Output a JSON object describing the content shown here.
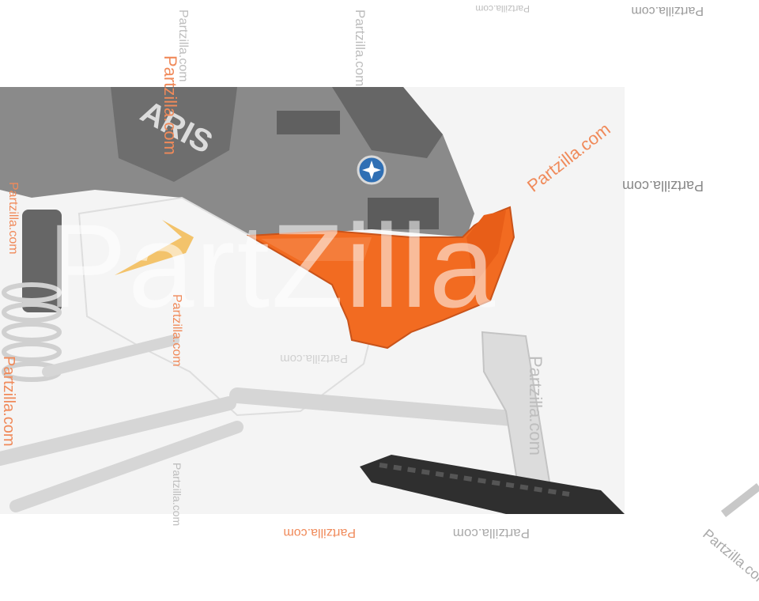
{
  "image": {
    "subject": "snowmobile front bumper",
    "accent_color": "#f26b21",
    "body_color": "#7a7a7a",
    "panel_color": "#f2f2f2"
  },
  "brand_text": "ARIS",
  "watermarks": {
    "large": "PartZilla",
    "small": "Partzilla.com"
  }
}
